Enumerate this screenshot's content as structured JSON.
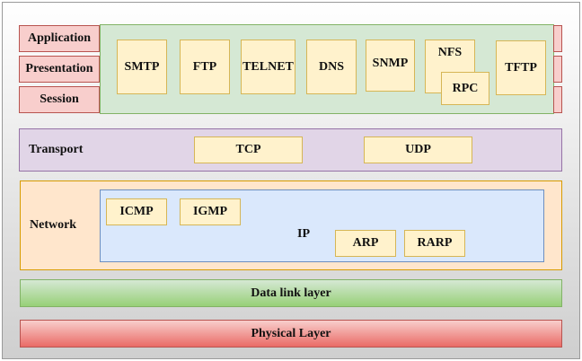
{
  "layers": {
    "application": "Application",
    "presentation": "Presentation",
    "session": "Session",
    "transport": "Transport",
    "network": "Network",
    "data_link": "Data link layer",
    "physical": "Physical Layer"
  },
  "application_protocols": {
    "smtp": "SMTP",
    "ftp": "FTP",
    "telnet": "TELNET",
    "dns": "DNS",
    "snmp": "SNMP",
    "nfs": "NFS",
    "rpc": "RPC",
    "tftp": "TFTP"
  },
  "transport_protocols": {
    "tcp": "TCP",
    "udp": "UDP"
  },
  "network_protocols": {
    "ip": "IP",
    "icmp": "ICMP",
    "igmp": "IGMP",
    "arp": "ARP",
    "rarp": "RARP"
  },
  "colors": {
    "application_zone": "#d5e8d4",
    "upper_layer_labels": "#f8cecc",
    "protocol_boxes": "#fff2cc",
    "transport_zone": "#e1d5e7",
    "network_zone": "#ffe6cc",
    "ip_zone": "#dae8fc",
    "data_link": "#97d077",
    "physical": "#ea6b66"
  }
}
